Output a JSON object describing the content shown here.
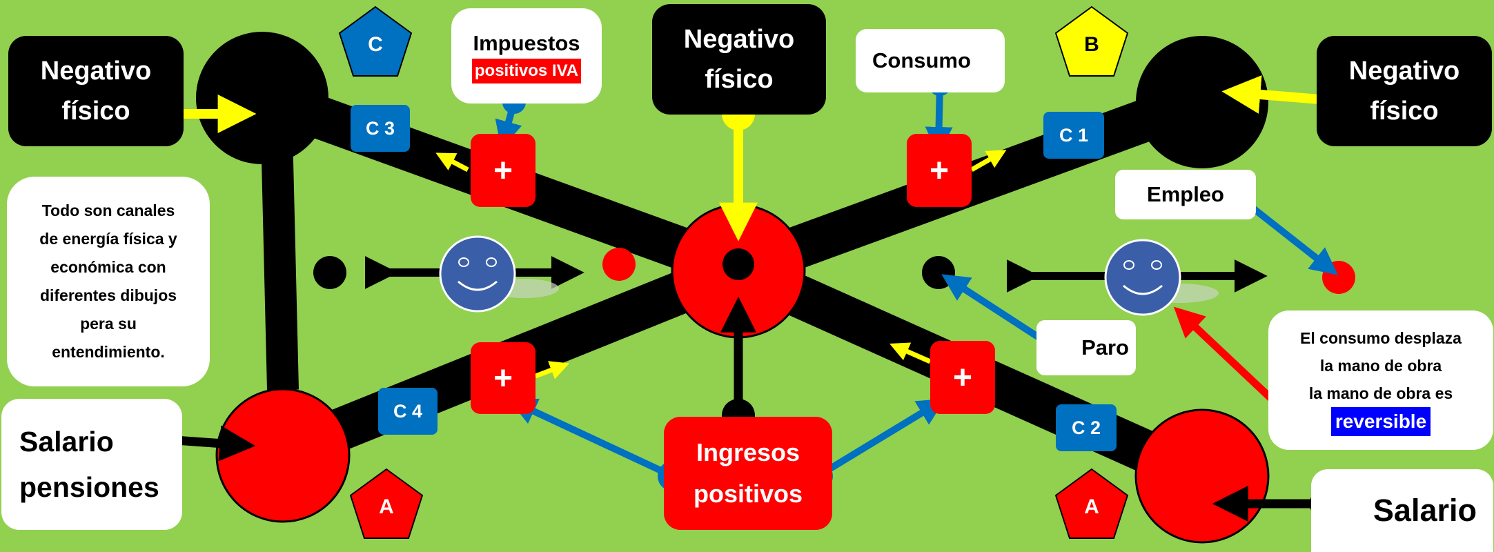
{
  "nodes": {
    "top_left_black": "Negativo\nfísico",
    "top_center_black": "Negativo\nfísico",
    "top_right_black": "Negativo\nfísico",
    "impuestos_line1": "Impuestos",
    "impuestos_line2": "positivos IVA",
    "consumo": "Consumo",
    "empleo": "Empleo",
    "paro": "Paro",
    "note_left": "Todo son canales\nde energía física y\neconómica con\ndiferentes dibujos\npera su\nentendimiento.",
    "salario_pensiones": "Salario\npensiones",
    "ingresos": "Ingresos\npositivos",
    "salario": "Salario",
    "note_right_1": "El consumo desplaza\nla mano de obra\nla mano de obra es",
    "note_right_2": "reversible"
  },
  "channels": {
    "c1": "C 1",
    "c2": "C 2",
    "c3": "C 3",
    "c4": "C 4"
  },
  "pentagons": {
    "c": "C",
    "b": "B",
    "a_left": "A",
    "a_right": "A"
  },
  "plus_sign": "+",
  "colors": {
    "background": "#92d050",
    "black": "#000000",
    "red": "#ff0000",
    "blue": "#0070c0",
    "yellow": "#ffff00",
    "highlight_blue": "#0000ff"
  }
}
